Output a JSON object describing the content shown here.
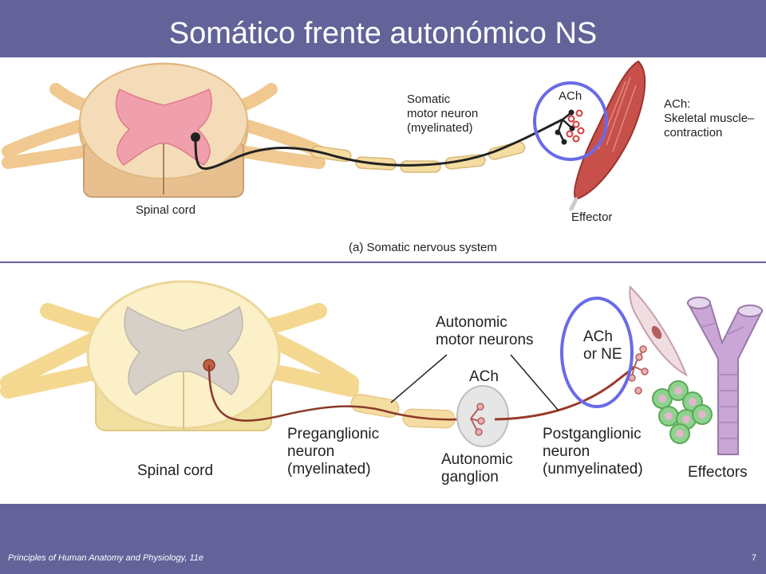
{
  "slide": {
    "title": "Somático frente autonómico NS",
    "footer": "Principles of Human Anatomy and Physiology, 11e",
    "page_number": "7"
  },
  "somatic": {
    "spinal_cord_label": "Spinal cord",
    "neuron_label": "Somatic\nmotor neuron\n(myelinated)",
    "neurotransmitter": "ACh",
    "effect_label": "ACh:\nSkeletal muscle–\ncontraction",
    "effector_label": "Effector",
    "caption": "(a) Somatic nervous system"
  },
  "autonomic": {
    "spinal_cord_label": "Spinal cord",
    "motor_neurons_label": "Autonomic\nmotor neurons",
    "ganglion_nt": "ACh",
    "preganglionic_label": "Preganglionic\nneuron\n(myelinated)",
    "ganglion_label": "Autonomic\nganglion",
    "postganglionic_label": "Postganglionic\nneuron\n(unmyelinated)",
    "effector_nt": "ACh\nor NE",
    "effectors_label": "Effectors"
  },
  "colors": {
    "band": "#63639a",
    "highlight_circle": "#6a6ae8",
    "grey_matter_a": "#f0a0ac",
    "nerve_tissue": "#f3d2a6",
    "myelin": "#f5dca0",
    "muscle": "#c8504a",
    "vesicle": "#d63a3a",
    "postganglionic_axon": "#9a3a3a"
  }
}
